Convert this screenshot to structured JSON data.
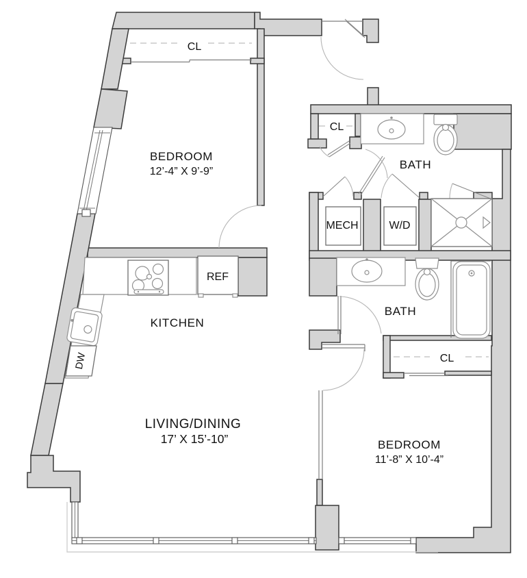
{
  "plan": {
    "closet_top": {
      "label": "CL"
    },
    "bedroom1": {
      "name": "BEDROOM",
      "dims": "12’-4” X 9’-9”"
    },
    "entry_closet": {
      "label": "CL"
    },
    "bath1": {
      "name": "BATH"
    },
    "mech": {
      "name": "MECH"
    },
    "wd": {
      "name": "W/D"
    },
    "bath2": {
      "name": "BATH"
    },
    "kitchen": {
      "name": "KITCHEN"
    },
    "ref": {
      "label": "REF"
    },
    "dw": {
      "label": "DW"
    },
    "living": {
      "name": "LIVING/DINING",
      "dims": "17’ X 15’-10”"
    },
    "bedroom2": {
      "name": "BEDROOM",
      "dims": "11’-8” X 10’-4”"
    },
    "closet2": {
      "label": "CL"
    }
  },
  "colors": {
    "wall_fill": "#d4d4d4",
    "wall_stroke": "#3a3a3a",
    "fixture_stroke": "#919191",
    "door_arc": "#b5b5b5",
    "cabinet_dash": "#bdbdbd",
    "balcony_line": "#cfcfcf",
    "text": "#111111"
  }
}
